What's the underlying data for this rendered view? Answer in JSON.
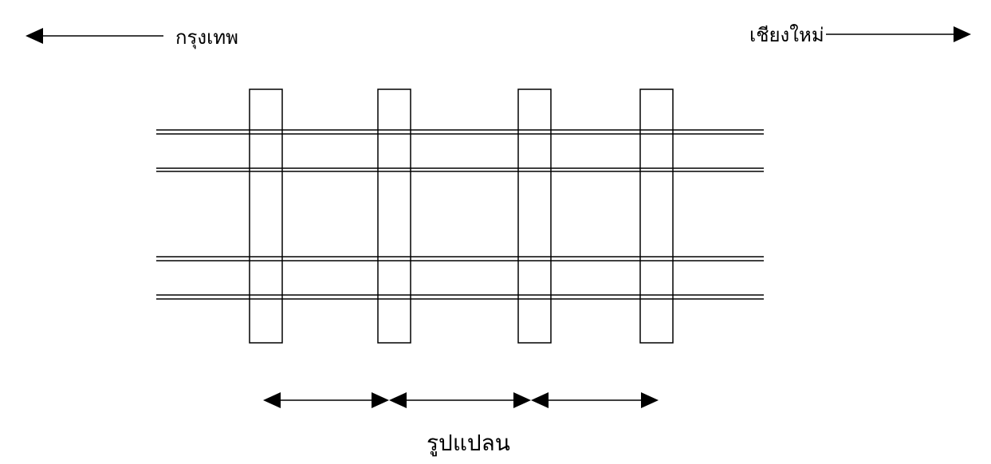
{
  "labels": {
    "left_destination": "กรุงเทพ",
    "right_destination": "เชียงใหม่",
    "caption": "รูปแปลน"
  },
  "colors": {
    "stroke": "#000000",
    "background": "#ffffff"
  }
}
